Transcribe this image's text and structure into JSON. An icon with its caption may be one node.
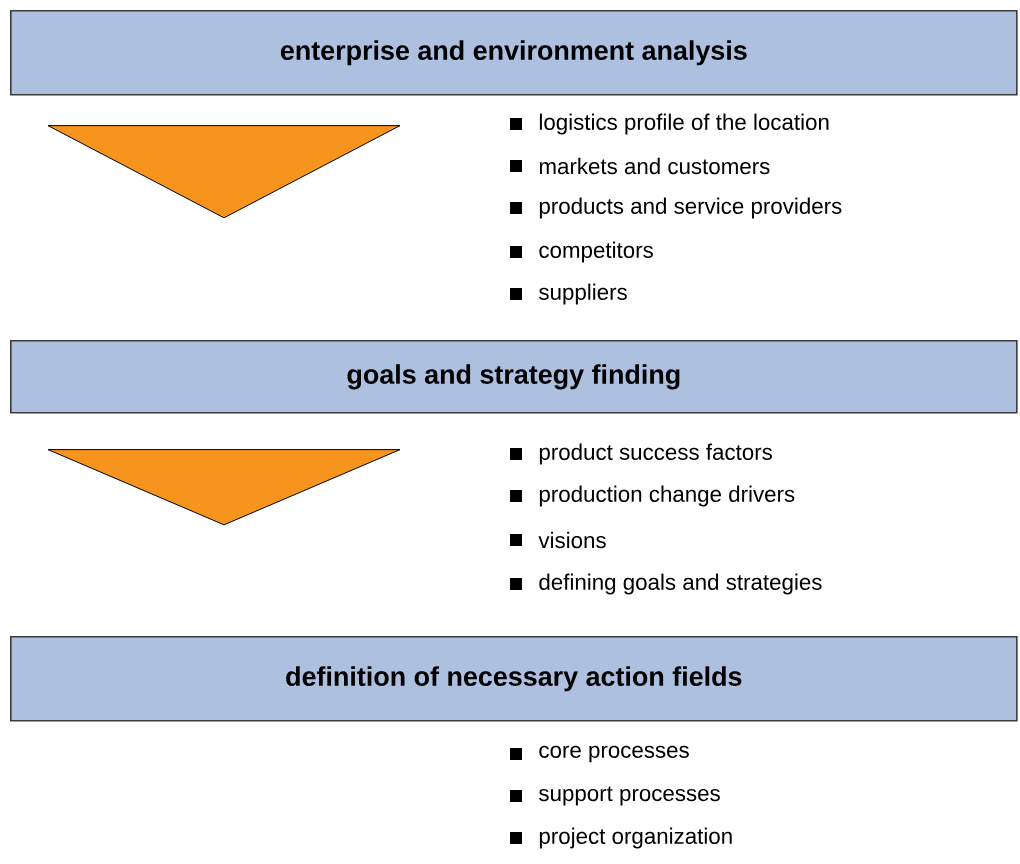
{
  "diagram": {
    "nodes": [
      {
        "text": [
          "enterprise and environment analysis"
        ]
      },
      {
        "text": [
          "goals and strategy finding"
        ]
      },
      {
        "text": [
          "definition of necessary action fields"
        ]
      }
    ],
    "edges": [
      {
        "from": 0,
        "to": 1,
        "arrow": "to"
      },
      {
        "from": 1,
        "to": 2,
        "arrow": "to"
      }
    ],
    "labels": [
      "logistics profile of the location",
      "markets and customers",
      "products and service providers",
      "competitors",
      "suppliers",
      "product success factors",
      "production change drivers",
      "visions",
      "defining goals and strategies",
      "core processes",
      "support processes",
      "project organization"
    ]
  }
}
